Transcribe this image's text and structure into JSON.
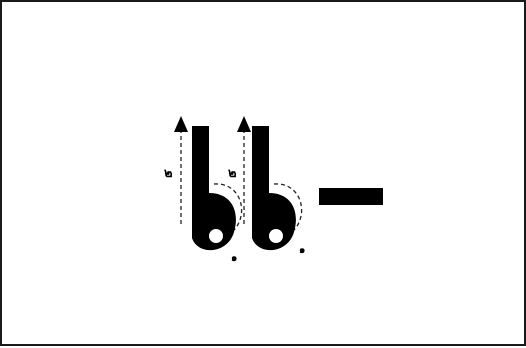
{
  "figure": {
    "kind": "stroke-order-diagram",
    "script": "Thai",
    "glyph": "แ",
    "stroke_color": "#000000",
    "guide_color": "#222222",
    "background_color": "#ffffff",
    "strokes": [
      {
        "order_label": "๒",
        "start_label": "๑"
      },
      {
        "order_label": "๒",
        "start_label": "๑"
      }
    ]
  }
}
